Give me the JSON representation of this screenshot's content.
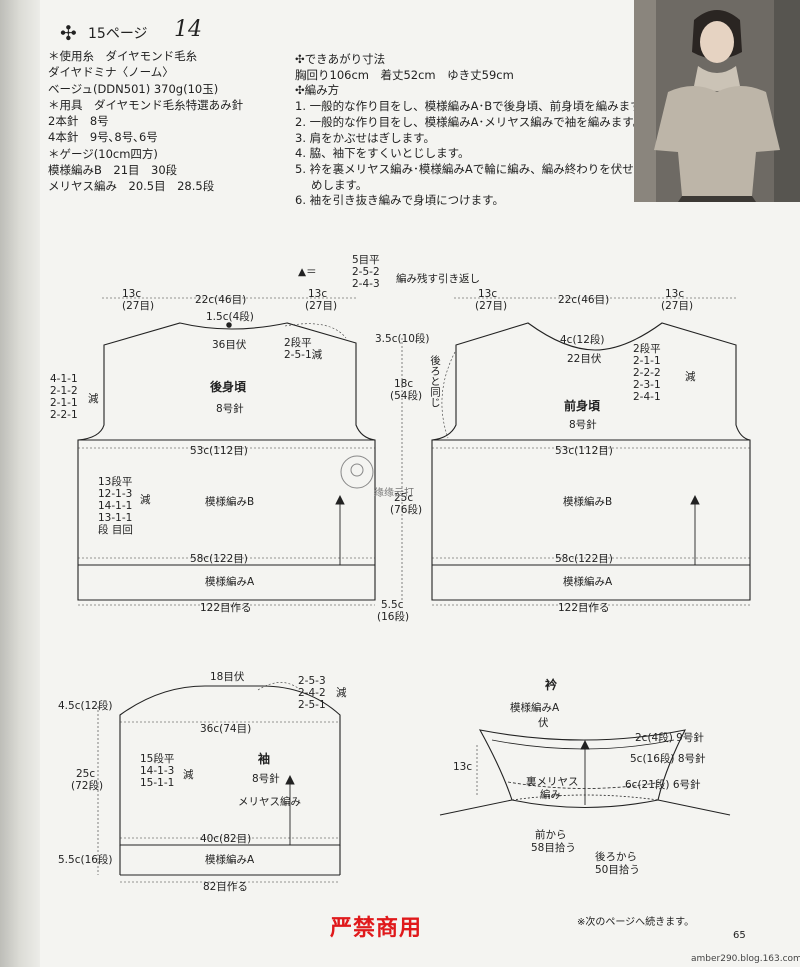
{
  "header": {
    "icon": "✣",
    "page_ref": "15ページ",
    "pattern_no": "14"
  },
  "materials": [
    "＊使用糸　ダイヤモンド毛糸",
    "ダイヤドミナ〈ノーム〉",
    "ベージュ(DDN501) 370g(10玉)",
    "＊用具　ダイヤモンド毛糸特選あみ針",
    "2本針　8号",
    "4本針　9号､8号､6号",
    "＊ゲージ(10cm四方)",
    "模様編みB　21目　30段",
    "メリヤス編み　20.5目　28.5段"
  ],
  "finished": {
    "heading": "✣できあがり寸法",
    "line": "胸回り106cm　着丈52cm　ゆき丈59cm"
  },
  "method": {
    "heading": "✣編み方",
    "steps": [
      "1. 一般的な作り目をし、模様編みA･Bで後身頃、前身頃を編みます。",
      "2. 一般的な作り目をし、模様編みA･メリヤス編みで袖を編みます。",
      "3. 肩をかぶせはぎします。",
      "4. 脇、袖下をすくいとじします。",
      "5. 衿を裏メリヤス編み･模様編みAで輪に編み、編み終わりを伏せ止",
      "めします。",
      "6. 袖を引き抜き編みで身頃につけます。"
    ]
  },
  "diagram": {
    "shoulder_note": {
      "l1": "5目平",
      "l2": "2-5-2",
      "l3": "2-4-3",
      "marker": "▲＝",
      "label": "編み残す引き返し"
    },
    "back": {
      "title": "後身頃",
      "needle": "8号針",
      "top_left": "13c",
      "top_left2": "(27目)",
      "top_mid": "22c(46目)",
      "top_right": "13c",
      "top_right2": "(27目)",
      "neck_depth": "1.5c(4段)",
      "bind": "36目伏",
      "neck_dec1": "2段平",
      "neck_dec2": "2-5-1減",
      "arm_dec": [
        "4-1-1",
        "2-1-2",
        "2-1-1",
        "2-2-1"
      ],
      "arm_dec_label": "減",
      "width_mid": "53c(112目)",
      "side_inc": [
        "13段平",
        "12-1-3",
        "14-1-1",
        "13-1-1",
        "段 目回"
      ],
      "side_label": "減",
      "pattern_b": "模様編みB",
      "width_hem": "58c(122目)",
      "pattern_a": "模様編みA",
      "cast_on": "122目作る"
    },
    "mid_dims": {
      "d1": "3.5c(10段)",
      "d2a": "18c",
      "d2b": "(54段)",
      "d3a": "25c",
      "d3b": "(76段)",
      "d4a": "5.5c",
      "d4b": "(16段)",
      "same_as_back": "後ろと同じ"
    },
    "front": {
      "title": "前身頃",
      "needle": "8号針",
      "top_left": "13c",
      "top_left2": "(27目)",
      "top_mid": "22c(46目)",
      "top_right": "13c",
      "top_right2": "(27目)",
      "neck_depth": "4c(12段)",
      "bind": "22目伏",
      "neck_dec": [
        "2段平",
        "2-1-1",
        "2-2-2",
        "2-3-1",
        "2-4-1"
      ],
      "neck_label": "減",
      "width_mid": "53c(112目)",
      "pattern_b": "模様編みB",
      "width_hem": "58c(122目)",
      "pattern_a": "模様編みA",
      "cast_on": "122目作る"
    },
    "sleeve": {
      "title": "袖",
      "needle": "8号針",
      "cap_bind": "18目伏",
      "cap_dec": [
        "2-5-3",
        "2-4-2",
        "2-5-1"
      ],
      "cap_label": "減",
      "cap_depth": "4.5c(12段)",
      "width_top": "36c(74目)",
      "side_dec": [
        "15段平",
        "14-1-3",
        "15-1-1"
      ],
      "side_label": "減",
      "len_a": "25c",
      "len_b": "(72段)",
      "stockinette": "メリヤス編み",
      "width_cuff": "40c(82目)",
      "pattern_a": "模様編みA",
      "cuff_depth": "5.5c(16段)",
      "cast_on": "82目作る"
    },
    "collar": {
      "title": "衿",
      "pattern_a": "模様編みA",
      "bind": "伏",
      "height": "13c",
      "r1": "2c(4段) 9号針",
      "r2": "5c(16段) 8号針",
      "r3": "6c(21段) 6号針",
      "reverse1": "裏メリヤス",
      "reverse2": "編み",
      "front_pick1": "前から",
      "front_pick2": "58目拾う",
      "back_pick1": "後ろから",
      "back_pick2": "50目拾う"
    },
    "watermark": "缘缘云打"
  },
  "stamp": "严禁商用",
  "continued": "※次のページへ続きます。",
  "page_number": "65",
  "blog": "amber290.blog.163.com"
}
